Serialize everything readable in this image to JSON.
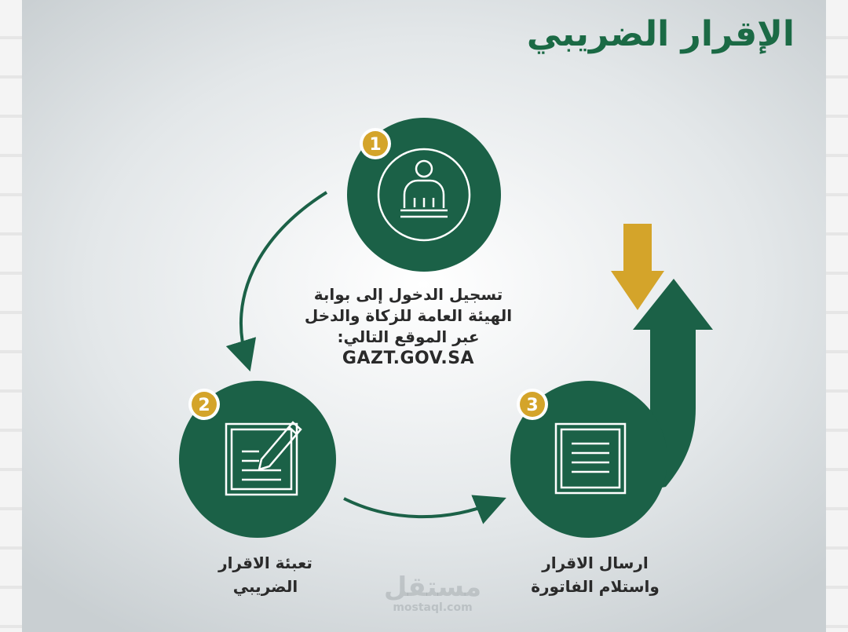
{
  "title": "الإقرار الضريبي",
  "colors": {
    "green": "#1b6147",
    "gold": "#d4a42a",
    "text": "#2a2a2a"
  },
  "steps": [
    {
      "number": "1",
      "icon": "person-at-desk-icon",
      "lines": [
        "تسجيل الدخول إلى بوابة",
        "الهيئة العامة للزكاة والدخل",
        "عبر الموقع التالي:"
      ],
      "url": "GAZT.GOV.SA"
    },
    {
      "number": "2",
      "icon": "document-pen-icon",
      "lines": [
        "تعبئة الاقرار",
        "الضريبي"
      ]
    },
    {
      "number": "3",
      "icon": "document-icon",
      "lines": [
        "ارسال الاقرار",
        "واستلام الفاتورة"
      ]
    }
  ],
  "watermark": {
    "arabic": "مستقل",
    "latin": "mostaql.com"
  }
}
